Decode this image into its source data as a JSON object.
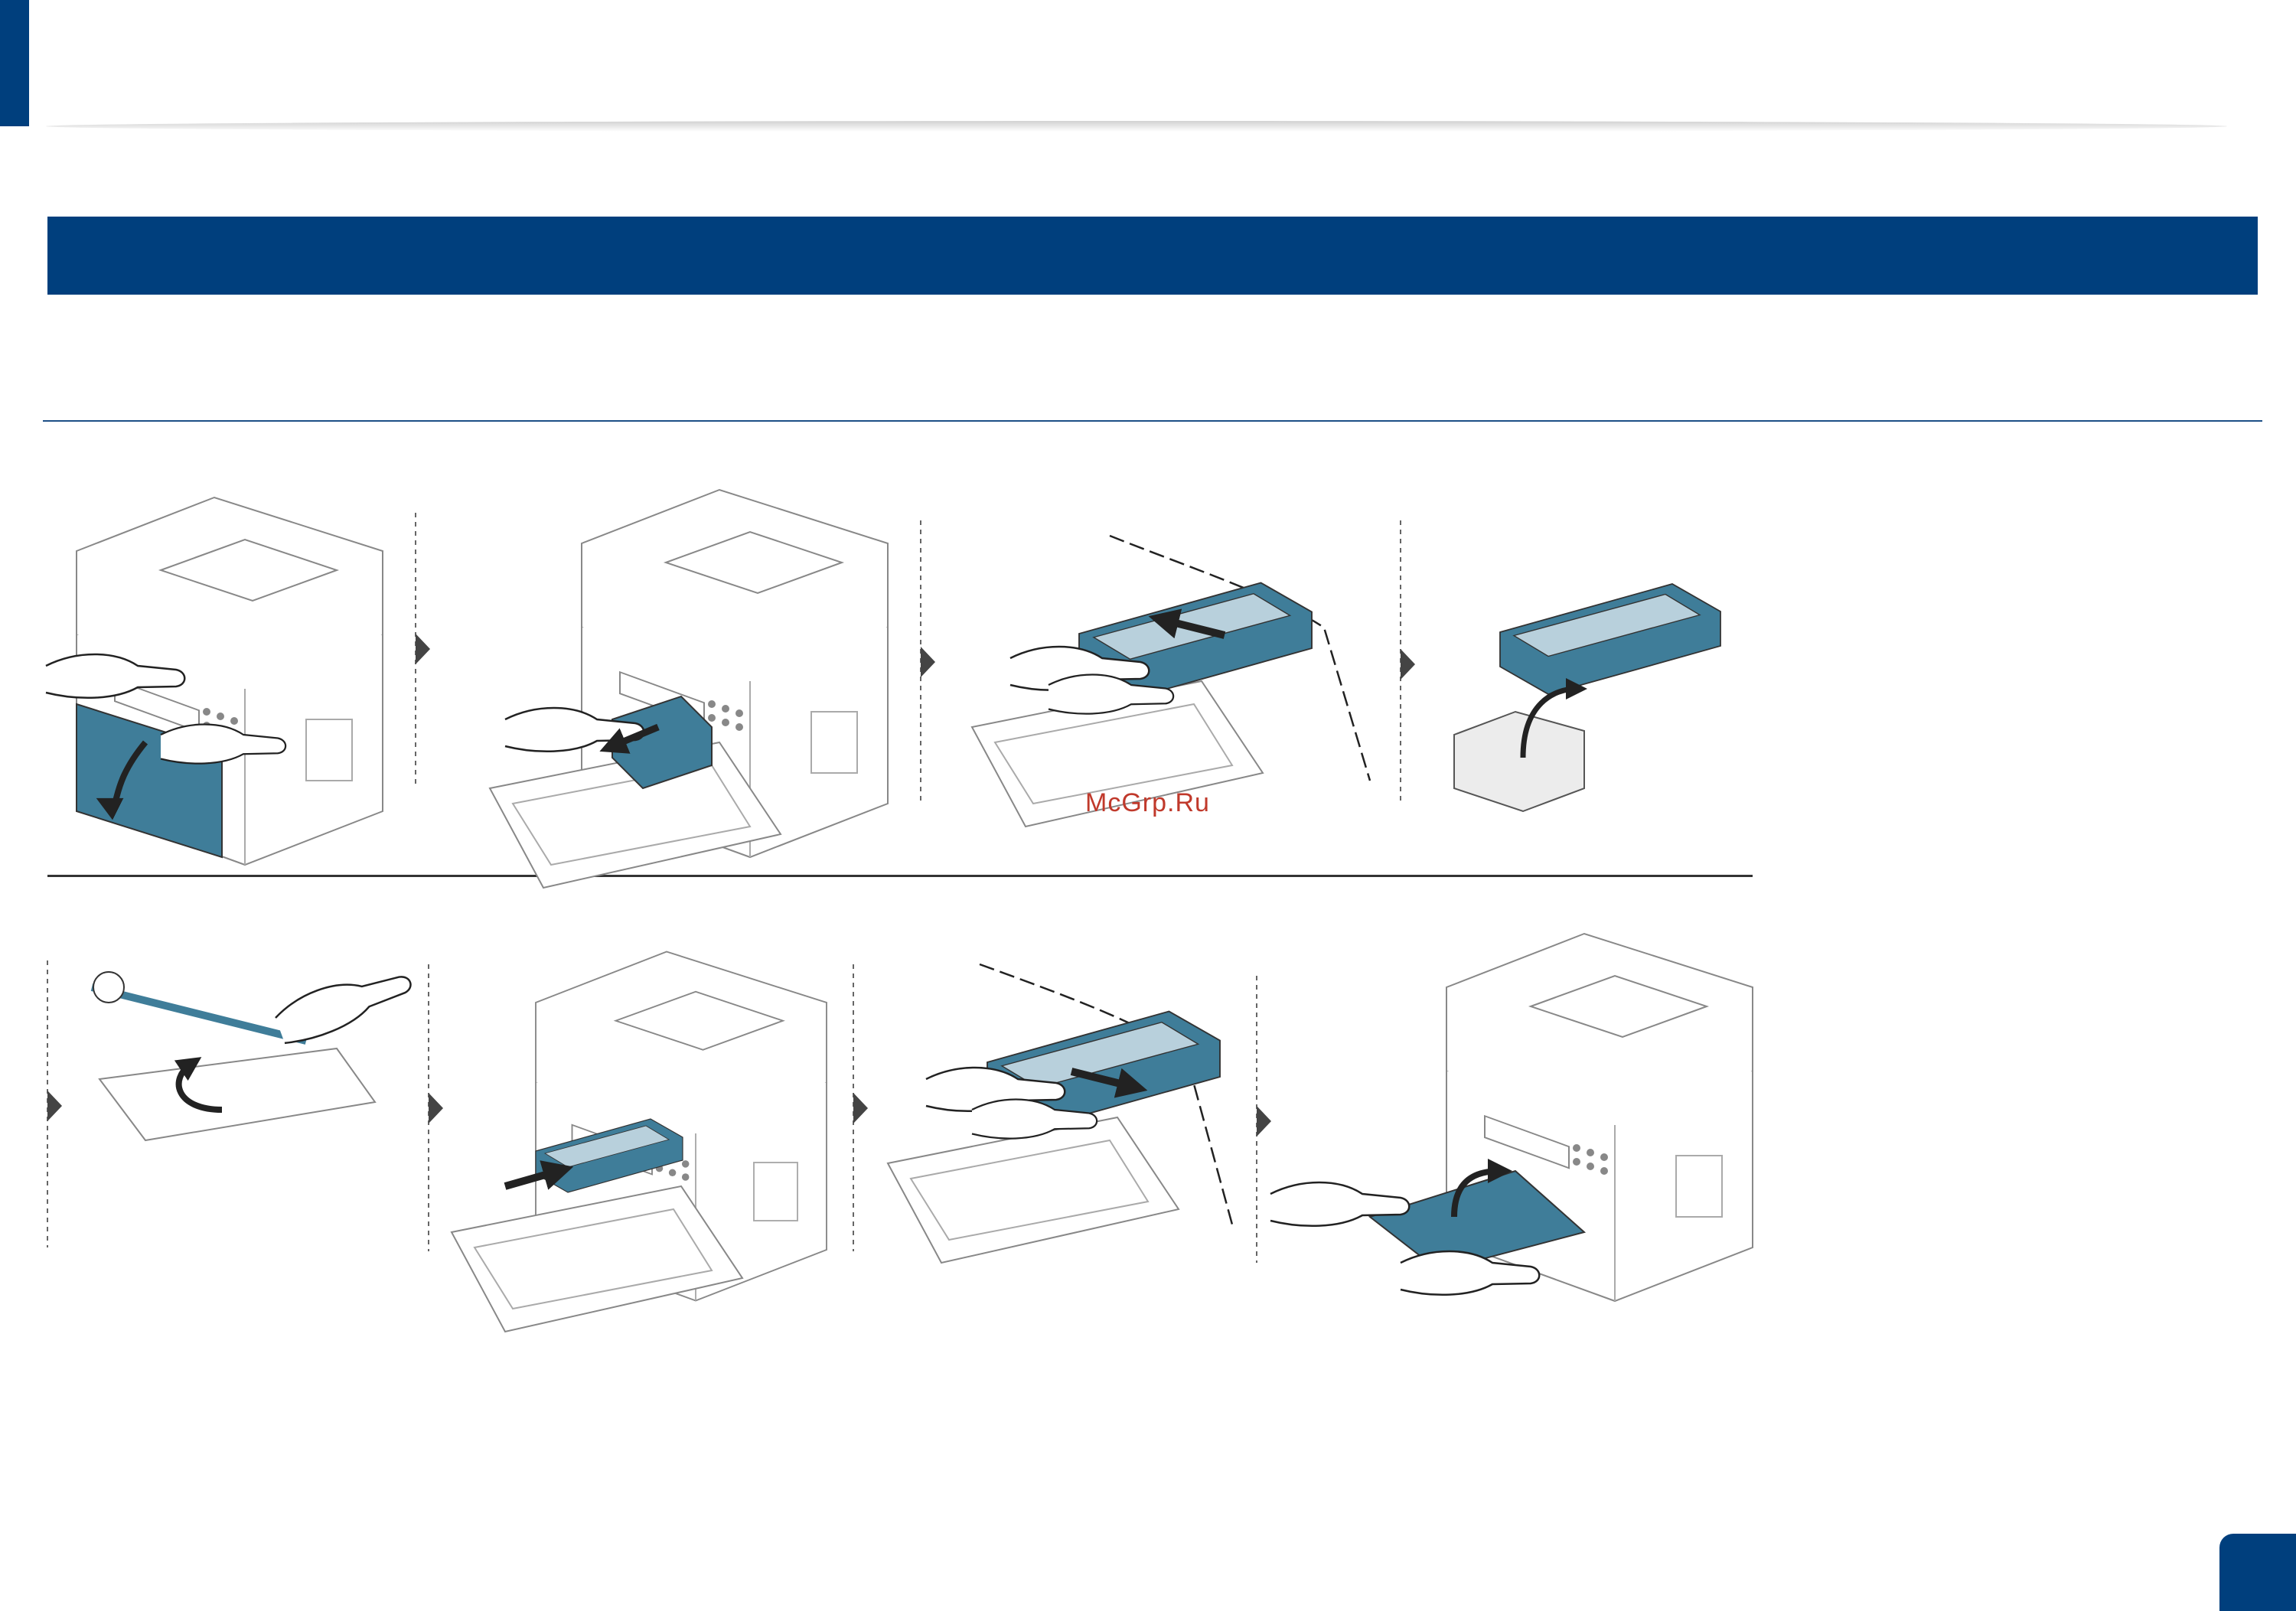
{
  "watermark": {
    "text": "McGrp.Ru"
  },
  "colors": {
    "brand_blue": "#003f7d",
    "part_blue": "#3f7d99",
    "line": "#333333"
  },
  "steps": [
    {
      "row": 1,
      "icon": "open-front-cover-icon"
    },
    {
      "row": 1,
      "icon": "remove-toner-cartridge-icon"
    },
    {
      "row": 1,
      "icon": "remove-imaging-unit-icon"
    },
    {
      "row": 1,
      "icon": "unpack-new-imaging-unit-icon"
    },
    {
      "row": 2,
      "icon": "remove-protective-cover-icon"
    },
    {
      "row": 2,
      "icon": "insert-toner-cartridge-icon"
    },
    {
      "row": 2,
      "icon": "insert-imaging-unit-icon"
    },
    {
      "row": 2,
      "icon": "close-front-cover-icon"
    }
  ]
}
